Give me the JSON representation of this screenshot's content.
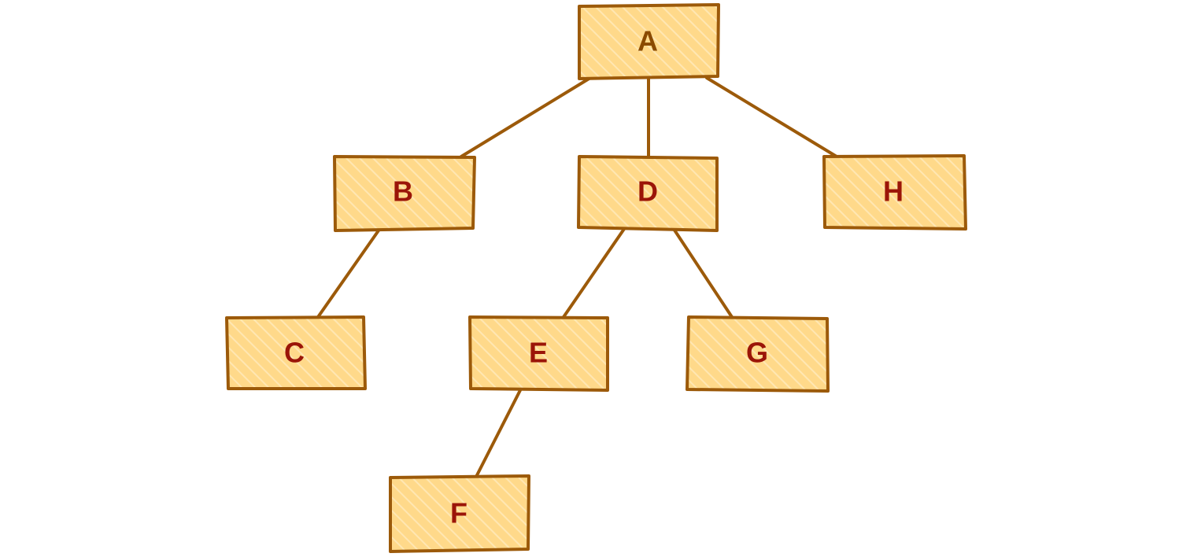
{
  "diagram": {
    "type": "tree",
    "colors": {
      "fill": "#FFD98A",
      "hatch": "#FFE7B3",
      "stroke": "#9C5A0A",
      "edge": "#9C5A0A",
      "root_label": "#8A4A00",
      "label": "#9B1508"
    },
    "nodes": [
      {
        "id": "A",
        "label": "A"
      },
      {
        "id": "B",
        "label": "B"
      },
      {
        "id": "D",
        "label": "D"
      },
      {
        "id": "H",
        "label": "H"
      },
      {
        "id": "C",
        "label": "C"
      },
      {
        "id": "E",
        "label": "E"
      },
      {
        "id": "G",
        "label": "G"
      },
      {
        "id": "F",
        "label": "F"
      }
    ],
    "edges": [
      {
        "from": "A",
        "to": "B"
      },
      {
        "from": "A",
        "to": "D"
      },
      {
        "from": "A",
        "to": "H"
      },
      {
        "from": "B",
        "to": "C"
      },
      {
        "from": "D",
        "to": "E"
      },
      {
        "from": "D",
        "to": "G"
      },
      {
        "from": "E",
        "to": "F"
      }
    ]
  }
}
